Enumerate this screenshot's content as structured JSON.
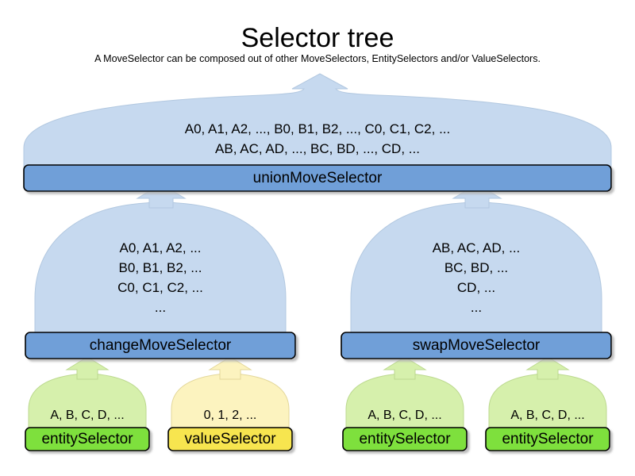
{
  "header": {
    "title": "Selector tree",
    "subtitle": "A MoveSelector can be composed out of other MoveSelectors, EntitySelectors and/or ValueSelectors."
  },
  "colors": {
    "move_dome_fill": "#c6d9ef",
    "move_bar_fill": "#6f9fd8",
    "entity_dome_fill": "#d6f0ac",
    "entity_bar_fill": "#7ee03c",
    "value_dome_fill": "#fcf3bf",
    "value_bar_fill": "#f7e54f",
    "outline": "#000000",
    "background": "#ffffff"
  },
  "nodes": [
    {
      "id": "unionMoveSelector",
      "label": "unionMoveSelector",
      "kind": "move-selector",
      "contents": [
        "A0, A1, A2, ..., B0, B1, B2, ..., C0, C1, C2, ...",
        "AB, AC, AD, ..., BC, BD, ..., CD, ..."
      ]
    },
    {
      "id": "changeMoveSelector",
      "label": "changeMoveSelector",
      "kind": "move-selector",
      "contents": [
        "A0, A1, A2, ...",
        "B0, B1, B2, ...",
        "C0, C1, C2, ...",
        "..."
      ]
    },
    {
      "id": "swapMoveSelector",
      "label": "swapMoveSelector",
      "kind": "move-selector",
      "contents": [
        "AB, AC, AD, ...",
        "BC, BD, ...",
        "CD, ...",
        "..."
      ]
    },
    {
      "id": "entitySelector-change",
      "label": "entitySelector",
      "kind": "entity-selector",
      "contents": [
        "A, B, C, D, ..."
      ]
    },
    {
      "id": "valueSelector-change",
      "label": "valueSelector",
      "kind": "value-selector",
      "contents": [
        "0, 1, 2, ..."
      ]
    },
    {
      "id": "entitySelector-swap-left",
      "label": "entitySelector",
      "kind": "entity-selector",
      "contents": [
        "A, B, C, D, ..."
      ]
    },
    {
      "id": "entitySelector-swap-right",
      "label": "entitySelector",
      "kind": "entity-selector",
      "contents": [
        "A, B, C, D, ..."
      ]
    }
  ]
}
